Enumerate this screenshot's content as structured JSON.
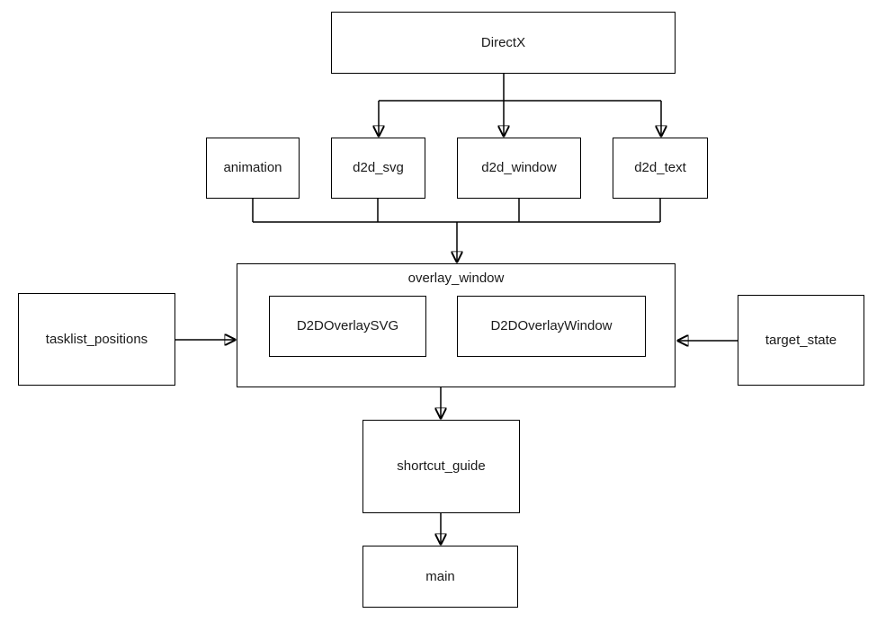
{
  "diagram": {
    "background_color": "#ffffff",
    "stroke_color": "#000000",
    "text_color": "#1a1a1a",
    "nodes": {
      "directx": {
        "label": "DirectX"
      },
      "animation": {
        "label": "animation"
      },
      "d2d_svg": {
        "label": "d2d_svg"
      },
      "d2d_window": {
        "label": "d2d_window"
      },
      "d2d_text": {
        "label": "d2d_text"
      },
      "overlay_window": {
        "label": "overlay_window"
      },
      "d2d_overlay_svg": {
        "label": "D2DOverlaySVG"
      },
      "d2d_overlay_window": {
        "label": "D2DOverlayWindow"
      },
      "tasklist_positions": {
        "label": "tasklist_positions"
      },
      "target_state": {
        "label": "target_state"
      },
      "shortcut_guide": {
        "label": "shortcut_guide"
      },
      "main": {
        "label": "main"
      }
    },
    "edges": [
      {
        "from": "DirectX",
        "to": "d2d_svg",
        "arrow": true
      },
      {
        "from": "DirectX",
        "to": "d2d_window",
        "arrow": true
      },
      {
        "from": "DirectX",
        "to": "d2d_text",
        "arrow": true
      },
      {
        "from": "animation",
        "to": "overlay_window",
        "arrow": true
      },
      {
        "from": "d2d_svg",
        "to": "overlay_window",
        "arrow": true
      },
      {
        "from": "d2d_window",
        "to": "overlay_window",
        "arrow": true
      },
      {
        "from": "d2d_text",
        "to": "overlay_window",
        "arrow": true
      },
      {
        "from": "tasklist_positions",
        "to": "overlay_window",
        "arrow": true
      },
      {
        "from": "target_state",
        "to": "overlay_window",
        "arrow": true
      },
      {
        "from": "overlay_window",
        "to": "shortcut_guide",
        "arrow": true
      },
      {
        "from": "shortcut_guide",
        "to": "main",
        "arrow": true
      }
    ]
  }
}
